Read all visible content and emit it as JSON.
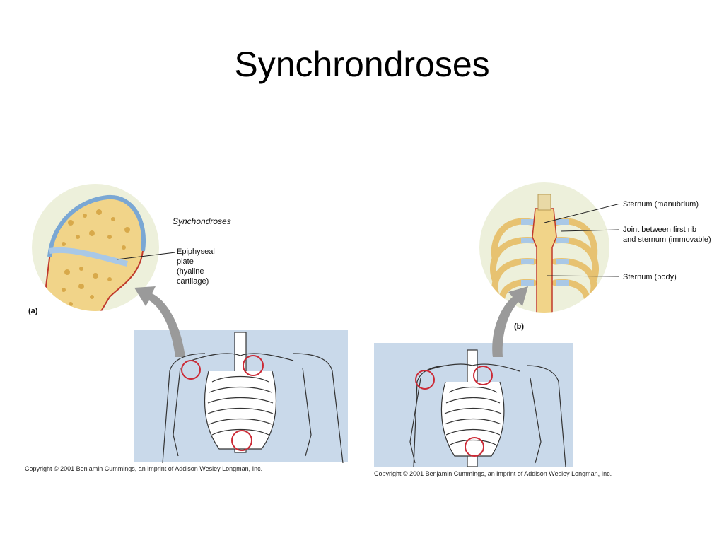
{
  "title": "Synchrondroses",
  "figure_a": {
    "heading": "Synchondroses",
    "label_lines": [
      "Epiphyseal",
      "plate",
      "(hyaline",
      "cartilage)"
    ],
    "tag": "(a)",
    "copyright": "Copyright © 2001 Benjamin Cummings, an imprint of Addison Wesley Longman, Inc."
  },
  "figure_b": {
    "labels": {
      "manubrium": "Sternum (manubrium)",
      "joint_line1": "Joint between first rib",
      "joint_line2": "and sternum (immovable)",
      "body": "Sternum (body)"
    },
    "tag": "(b)",
    "copyright": "Copyright © 2001 Benjamin Cummings, an imprint of Addison Wesley Longman, Inc."
  },
  "colors": {
    "panel_bg": "#c9d9ea",
    "bone": "#f1d489",
    "bone_dark": "#d8a94a",
    "cartilage": "#a9c8e6",
    "highlight_circle": "#cc2a36",
    "arrow": "#9a9a9a",
    "inset_bg": "#edf0db"
  },
  "icons": [
    "epiphysis-inset",
    "sternum-inset",
    "skeleton-torso",
    "callout-arrow"
  ]
}
